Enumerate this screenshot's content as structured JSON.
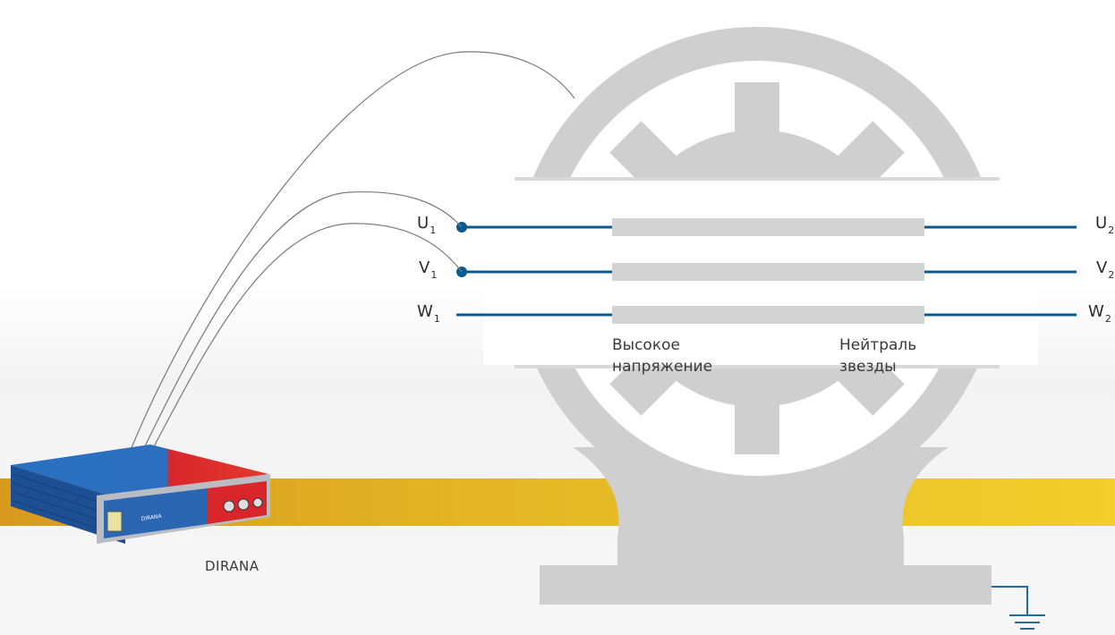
{
  "terminals": {
    "u1": {
      "main": "U",
      "sub": "1"
    },
    "v1": {
      "main": "V",
      "sub": "1"
    },
    "w1": {
      "main": "W",
      "sub": "1"
    },
    "u2": {
      "main": "U",
      "sub": "2"
    },
    "v2": {
      "main": "V",
      "sub": "2"
    },
    "w2": {
      "main": "W",
      "sub": "2"
    }
  },
  "captions": {
    "high_voltage_line1": "Высокое",
    "high_voltage_line2": "напряжение",
    "neutral_line1": "Нейтраль",
    "neutral_line2": "звезды"
  },
  "device": {
    "label": "DIRANA",
    "panel_text": "DIRANA"
  },
  "colors": {
    "wire": "#0b5a8f",
    "machine_gray": "#cfcfcf",
    "winding_gray": "#d3d3d3",
    "band_start": "#d79a1e",
    "band_end": "#f2cf2c",
    "device_blue": "#1f5fae",
    "device_red": "#d9262b",
    "cable": "#7a7a7a"
  }
}
